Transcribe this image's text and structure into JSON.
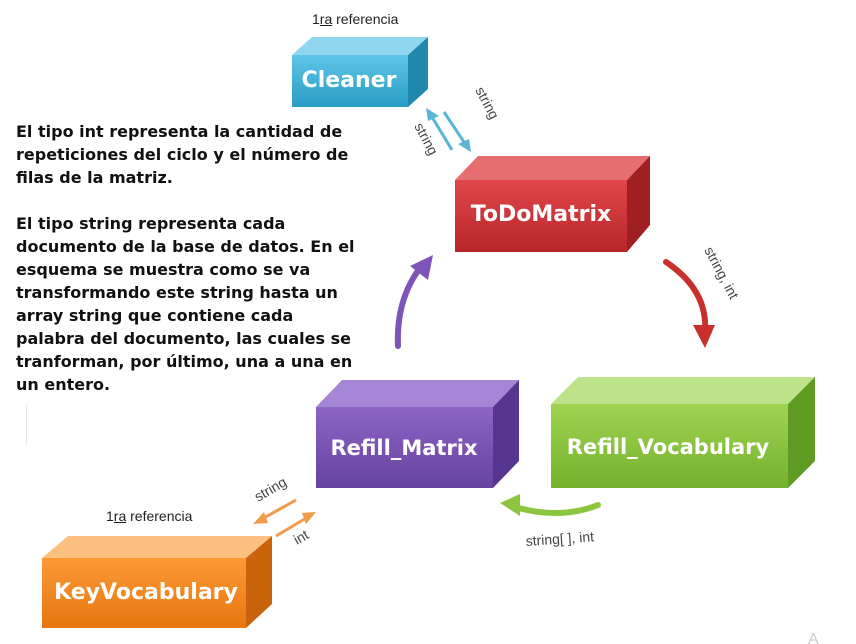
{
  "references": {
    "top": {
      "prefix": "1",
      "suffix": "ra",
      "word": " referencia"
    },
    "bottom": {
      "prefix": "1",
      "suffix": "ra",
      "word": " referencia"
    }
  },
  "description": {
    "paragraph_1": "El tipo int representa la cantidad de repeticiones del ciclo y el número de filas de la matriz.",
    "paragraph_2": "El tipo string representa cada documento de la base de datos. En el esquema se muestra como se va transformando este string hasta un array string que contiene cada palabra del documento, las cuales se tranforman, por último, una a una en un entero."
  },
  "boxes": {
    "cleaner": "Cleaner",
    "todomatrix": "ToDoMatrix",
    "refill_vocabulary": "Refill_Vocabulary",
    "refill_matrix": "Refill_Matrix",
    "keyvocabulary": "KeyVocabulary"
  },
  "connectors": {
    "cleaner_out": "string",
    "cleaner_in": "string",
    "todo_to_vocab": "string, int",
    "vocab_to_matrix": "string[ ], int",
    "key_out": "string",
    "key_in": "int"
  },
  "colors": {
    "cleaner": "#3ab0d6",
    "todomatrix": "#d63a3e",
    "refill_vocabulary": "#8cc63f",
    "refill_matrix": "#7d55b8",
    "keyvocabulary": "#f58a1f",
    "arrow_blue": "#5ab4d6",
    "arrow_red": "#c9302c",
    "arrow_green": "#8cc63f",
    "arrow_purple": "#7d55b8",
    "arrow_orange": "#f39a4a"
  }
}
